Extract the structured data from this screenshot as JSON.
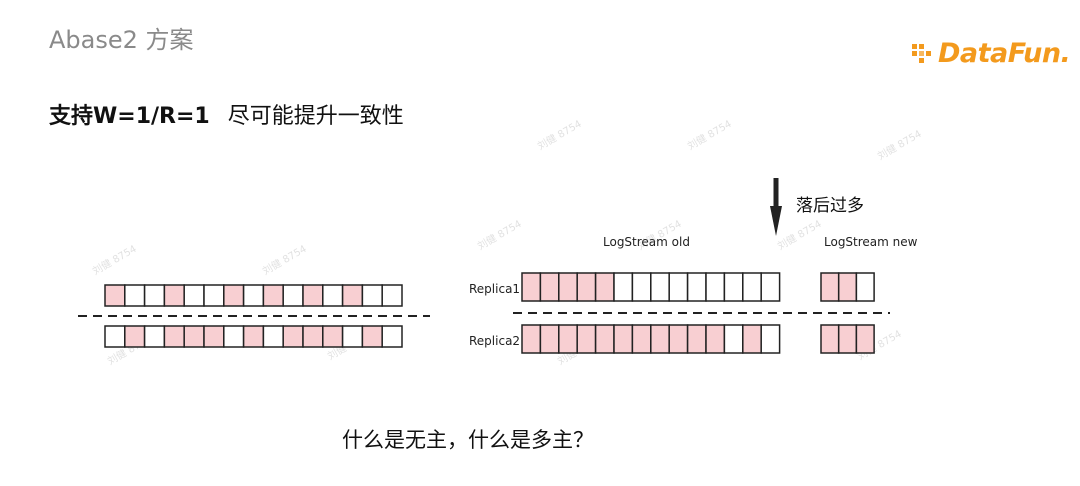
{
  "slide": {
    "section_title": "Abase2 方案",
    "headline_bold": "支持W=1/R=1",
    "headline_rest": "尽可能提升一致性",
    "question": "什么是无主，什么是多主？"
  },
  "logo": {
    "text": "DataFun.",
    "color": "#f39a1d"
  },
  "diagram": {
    "colors": {
      "filled": "#f8cfd2",
      "empty": "#ffffff",
      "stroke": "#222222"
    },
    "left_rows": [
      {
        "cells": [
          1,
          0,
          0,
          1,
          0,
          0,
          1,
          0,
          1,
          0,
          1,
          0,
          1,
          0,
          0
        ]
      },
      {
        "cells": [
          0,
          1,
          0,
          1,
          1,
          1,
          0,
          1,
          0,
          1,
          1,
          1,
          0,
          1,
          0
        ]
      }
    ],
    "stream_labels": {
      "old": "LogStream old",
      "new": "LogStream new"
    },
    "lag_label": "落后过多",
    "replicas": [
      {
        "name": "Replica1",
        "old_cells": [
          1,
          1,
          1,
          1,
          1,
          0,
          0,
          0,
          0,
          0,
          0,
          0,
          0,
          0
        ],
        "new_cells": [
          1,
          1,
          0
        ]
      },
      {
        "name": "Replica2",
        "old_cells": [
          1,
          1,
          1,
          1,
          1,
          1,
          1,
          1,
          1,
          1,
          1,
          0,
          1,
          0
        ],
        "new_cells": [
          1,
          1,
          1
        ]
      }
    ],
    "watermark": "刘健 8754"
  }
}
